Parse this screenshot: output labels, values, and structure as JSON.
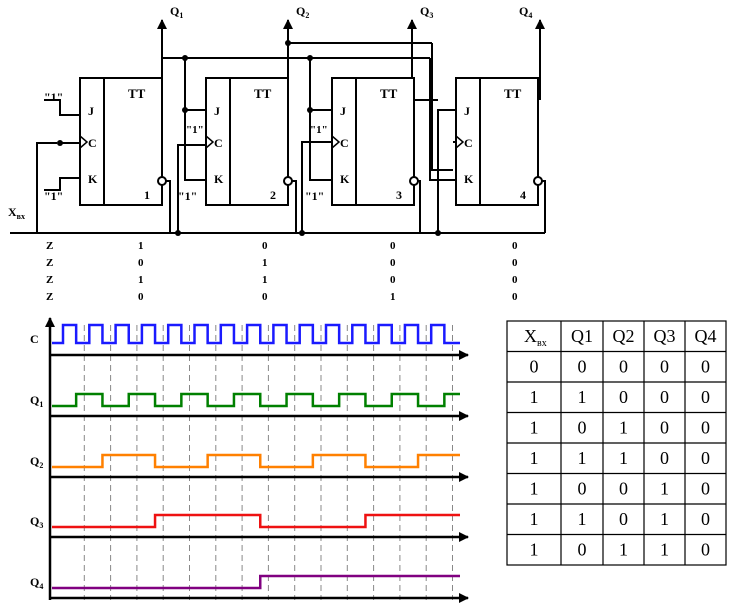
{
  "circuit": {
    "ff": [
      {
        "type": "TT",
        "j": "J",
        "c": "C",
        "k": "K",
        "index": "1"
      },
      {
        "type": "TT",
        "j": "J",
        "c": "C",
        "k": "K",
        "index": "2"
      },
      {
        "type": "TT",
        "j": "J",
        "c": "C",
        "k": "K",
        "index": "3"
      },
      {
        "type": "TT",
        "j": "J",
        "c": "C",
        "k": "K",
        "index": "4"
      }
    ],
    "outputs": [
      "Q",
      "Q",
      "Q",
      "Q"
    ],
    "output_subs": [
      "1",
      "2",
      "3",
      "4"
    ],
    "input_main": "X",
    "input_sub": "вх",
    "const_one": "\"1\""
  },
  "z_rows": [
    {
      "label": "Z",
      "values": [
        "1",
        "0",
        "0",
        "0"
      ]
    },
    {
      "label": "Z",
      "values": [
        "0",
        "1",
        "0",
        "0"
      ]
    },
    {
      "label": "Z",
      "values": [
        "1",
        "1",
        "0",
        "0"
      ]
    },
    {
      "label": "Z",
      "values": [
        "0",
        "0",
        "1",
        "0"
      ]
    }
  ],
  "timing": {
    "signals": [
      {
        "name": "C",
        "sub": "",
        "color": "#1a1aff",
        "kind": "clock",
        "periods": 15
      },
      {
        "name": "Q",
        "sub": "1",
        "color": "#008000",
        "kind": "divider",
        "half_period_clocks": 1
      },
      {
        "name": "Q",
        "sub": "2",
        "color": "#ff8000",
        "kind": "divider",
        "half_period_clocks": 2
      },
      {
        "name": "Q",
        "sub": "3",
        "color": "#ee1111",
        "kind": "divider",
        "half_period_clocks": 4
      },
      {
        "name": "Q",
        "sub": "4",
        "color": "#800080",
        "kind": "divider",
        "half_period_clocks": 8
      }
    ],
    "clock_periods": 15
  },
  "table": {
    "header_main": "X",
    "header_sub": "вх",
    "headers": [
      "Q1",
      "Q2",
      "Q3",
      "Q4"
    ],
    "rows": [
      [
        "0",
        "0",
        "0",
        "0",
        "0"
      ],
      [
        "1",
        "1",
        "0",
        "0",
        "0"
      ],
      [
        "1",
        "0",
        "1",
        "0",
        "0"
      ],
      [
        "1",
        "1",
        "1",
        "0",
        "0"
      ],
      [
        "1",
        "0",
        "0",
        "1",
        "0"
      ],
      [
        "1",
        "1",
        "0",
        "1",
        "0"
      ],
      [
        "1",
        "0",
        "1",
        "1",
        "0"
      ]
    ]
  }
}
